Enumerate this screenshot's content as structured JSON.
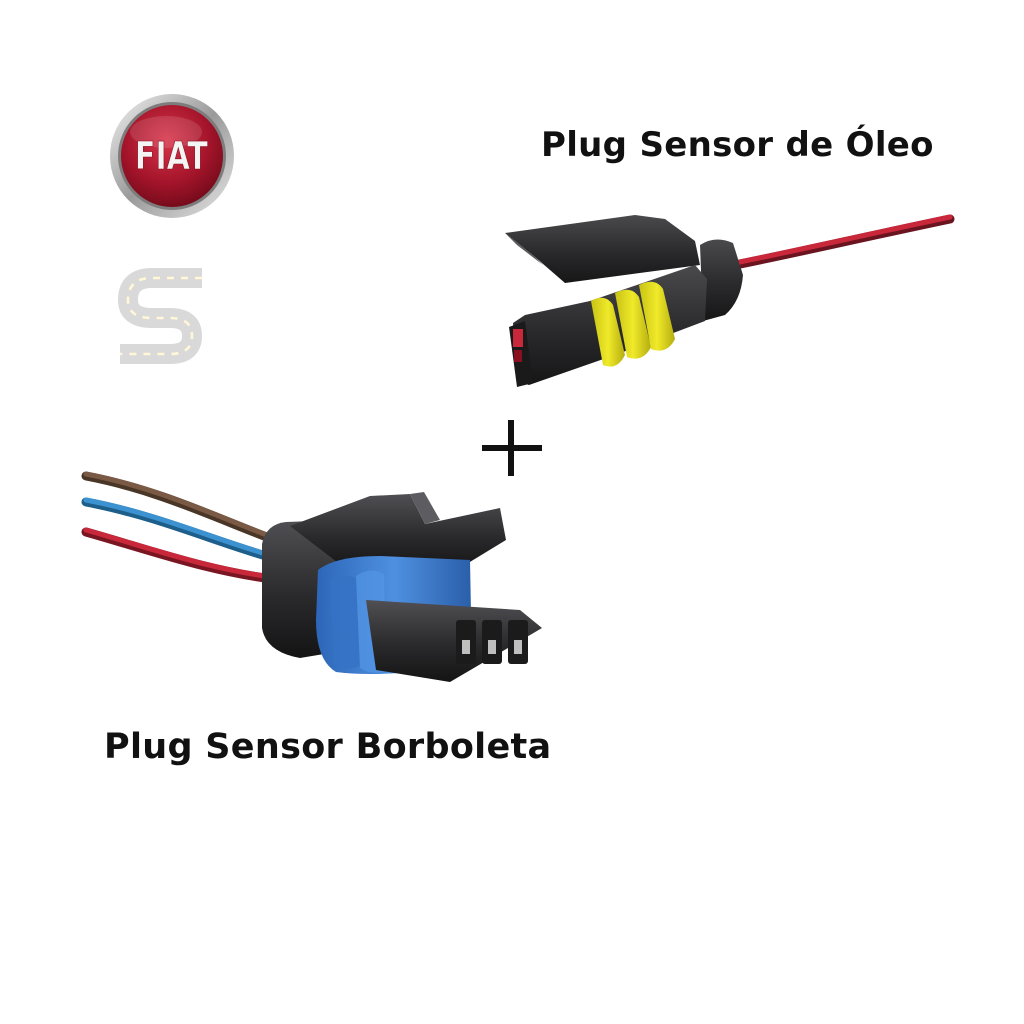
{
  "brand": {
    "logo_text": "FIAT",
    "logo_color": "#a3142a",
    "ring_color": "#c9c9c9"
  },
  "labels": {
    "oleo": "Plug Sensor de Óleo",
    "borboleta": "Plug Sensor Borboleta",
    "plus": "+"
  },
  "colors": {
    "oleo_seal": "#e8e21c",
    "borboleta_seal": "#3f7fd6",
    "housing": "#2a2a2c",
    "wire_red": "#c8283a",
    "wire_blue": "#3c92d0",
    "wire_brown": "#7a5a44"
  }
}
